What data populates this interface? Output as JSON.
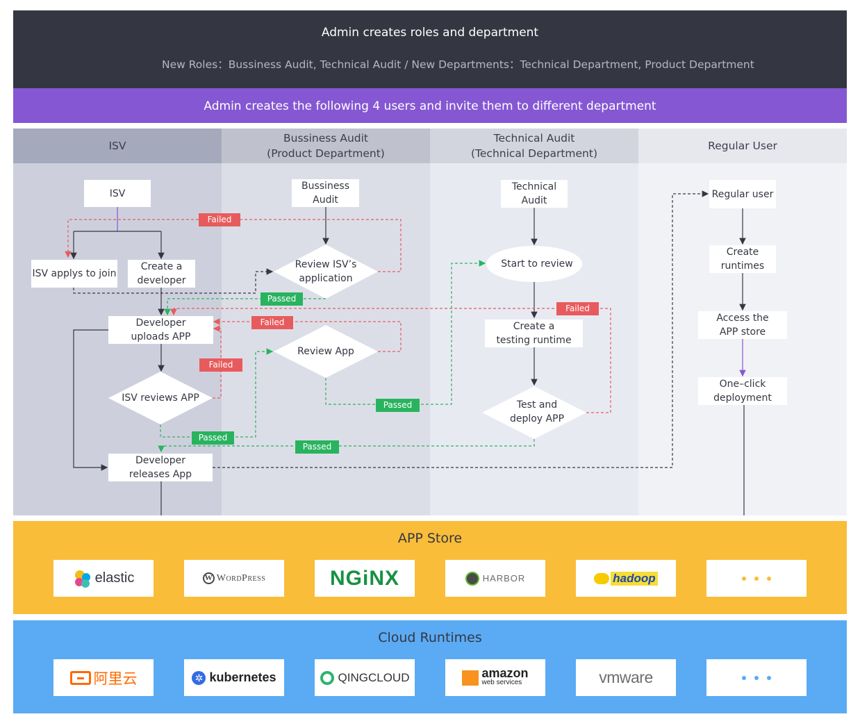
{
  "header": {
    "title": "Admin creates roles and department",
    "subtitle": "New Roles：Bussiness Audit, Technical Audit /  New Departments：Technical Department, Product Department"
  },
  "banner": "Admin creates the following 4 users and invite them to different department",
  "lanes": {
    "isv": "ISV",
    "ba_line1": "Bussiness Audit",
    "ba_line2": "(Product Department)",
    "ta_line1": "Technical Audit",
    "ta_line2": "(Technical Department)",
    "ru": "Regular User"
  },
  "nodes": {
    "isv": "ISV",
    "isv_apply": "ISV  applys to join",
    "create_dev_1": "Create a",
    "create_dev_2": "developer",
    "dev_upload_1": "Developer",
    "dev_upload_2": "uploads APP",
    "isv_review": "ISV reviews APP",
    "dev_release_1": "Developer",
    "dev_release_2": "releases App",
    "ba_1": "Bussiness",
    "ba_2": "Audit",
    "review_isv_1": "Review ISV’s",
    "review_isv_2": "application",
    "review_app": "Review App",
    "ta_1": "Technical",
    "ta_2": "Audit",
    "start_review": "Start to review",
    "create_rt_1": "Create a",
    "create_rt_2": "testing runtime",
    "test_deploy_1": "Test and",
    "test_deploy_2": "deploy APP",
    "ru": "Regular user",
    "create_runtimes_1": "Create",
    "create_runtimes_2": "runtimes",
    "access_1": "Access the",
    "access_2": "APP store",
    "oneclick_1": "One–click",
    "oneclick_2": "deployment"
  },
  "tags": {
    "failed": "Failed",
    "passed": "Passed"
  },
  "store": {
    "title": "APP Store",
    "logos": [
      "elastic",
      "WordPress",
      "NGiNX",
      "HARBOR",
      "hadoop"
    ]
  },
  "cloud": {
    "title": "Cloud Runtimes",
    "logos": [
      "阿里云",
      "kubernetes",
      "QINGCLOUD",
      "amazon",
      "web services",
      "vmware"
    ]
  },
  "colors": {
    "header_bg": "#343741",
    "banner_bg": "#8557d3",
    "store_bg": "#f9bd3a",
    "cloud_bg": "#5aabf4",
    "failed": "#e85b5d",
    "passed": "#29b35f"
  }
}
